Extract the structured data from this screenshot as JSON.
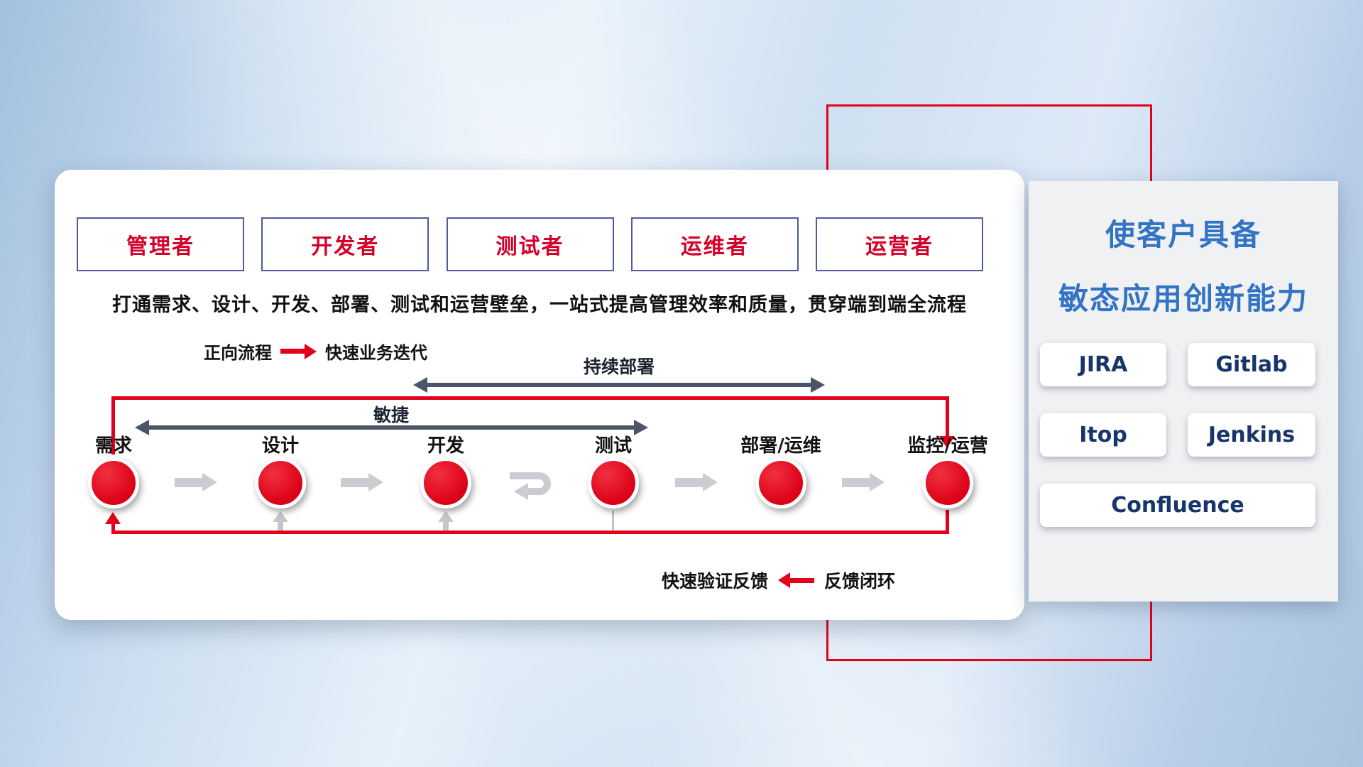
{
  "slide": {
    "roles": [
      "管理者",
      "开发者",
      "测试者",
      "运维者",
      "运营者"
    ],
    "description": "打通需求、设计、开发、部署、测试和运营壁垒，一站式提高管理效率和质量，贯穿端到端全流程",
    "legend_forward": {
      "label": "正向流程",
      "value": "快速业务迭代"
    },
    "legend_feedback": {
      "label": "快速验证反馈",
      "value": "反馈闭环"
    },
    "flow": {
      "cd_label": "持续部署",
      "agile_label": "敏捷",
      "stages": [
        "需求",
        "设计",
        "开发",
        "测试",
        "部署/运维",
        "监控/运营"
      ]
    },
    "panel": {
      "title_line1": "使客户具备",
      "title_line2": "敏态应用创新能力",
      "tools": [
        "JIRA",
        "Gitlab",
        "Itop",
        "Jenkins",
        "Confluence"
      ]
    },
    "colors": {
      "accent_red": "#e3001b",
      "title_blue": "#3273c4",
      "tool_text_navy": "#17356b",
      "span_arrow_dark": "#4a5568",
      "flow_arrow_gray": "#c9cdd1"
    }
  }
}
